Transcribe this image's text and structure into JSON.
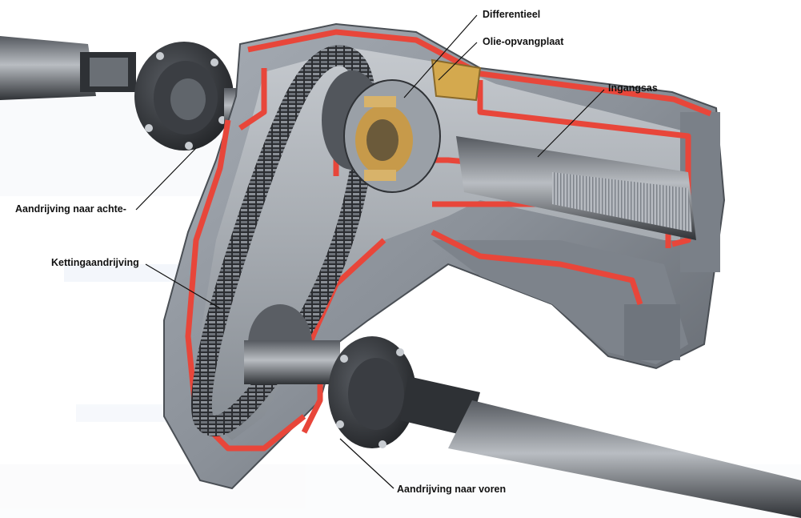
{
  "diagram": {
    "labels": {
      "differential": "Differentieel",
      "oil_plate": "Olie-opvangplaat",
      "input_shaft": "Ingangsas",
      "rear_drive": "Aandrijving naar achte-",
      "chain_drive": "Kettingaandrijving",
      "front_drive": "Aandrijving naar voren"
    },
    "colors": {
      "section_cut": "#e8463a",
      "housing": "#8d939c",
      "chain": "#3b3e43",
      "background": "#ffffff"
    }
  }
}
